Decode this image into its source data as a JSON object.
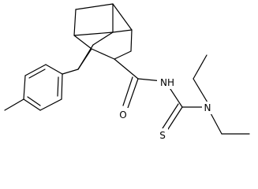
{
  "structure": {
    "atoms": {
      "amide_nitrogen": "NH",
      "carbonyl_oxygen": "O",
      "diethylamino_nitrogen": "N",
      "thione_sulfur": "S"
    }
  },
  "colors": {
    "bond": "#000000",
    "background": "#ffffff"
  }
}
